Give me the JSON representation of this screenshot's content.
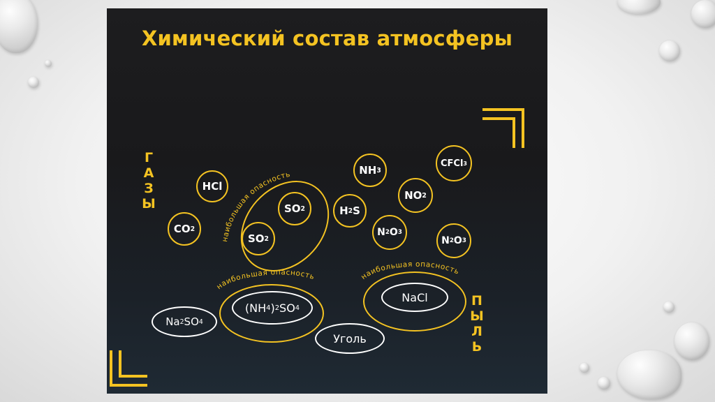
{
  "slide": {
    "title": "Химический состав атмосферы",
    "label_gases": "ГАЗЫ",
    "label_dust": "ПЫЛЬ",
    "danger_label": "наибольшая опасность"
  },
  "gases": [
    {
      "formula": "HCl"
    },
    {
      "formula": "CO",
      "sub": "2"
    },
    {
      "formula": "SO",
      "sub": "2"
    },
    {
      "formula": "SO",
      "sub": "2"
    },
    {
      "formula": "NH",
      "sub": "3"
    },
    {
      "formula": "CFCl",
      "sub": "3"
    },
    {
      "formula": "NO",
      "sub": "2"
    },
    {
      "formula": "H",
      "sub": "2",
      "formula2": "S"
    },
    {
      "formula": "N",
      "sub": "2",
      "formula2": "O",
      "sub2": "3"
    },
    {
      "formula": "N",
      "sub": "2",
      "formula2": "O",
      "sub2": "3"
    }
  ],
  "dust": [
    {
      "formula": "(NH",
      "sub": "4",
      "formula2": ")",
      "sub2": "2",
      "formula3": "SO",
      "sub3": "4"
    },
    {
      "formula": "Na",
      "sub": "2",
      "formula2": "SO",
      "sub2": "4"
    },
    {
      "formula": "NaCl"
    },
    {
      "formula": "Уголь"
    }
  ],
  "colors": {
    "accent": "#f4c322",
    "background": "#1d1d1f",
    "text": "#ffffff"
  }
}
